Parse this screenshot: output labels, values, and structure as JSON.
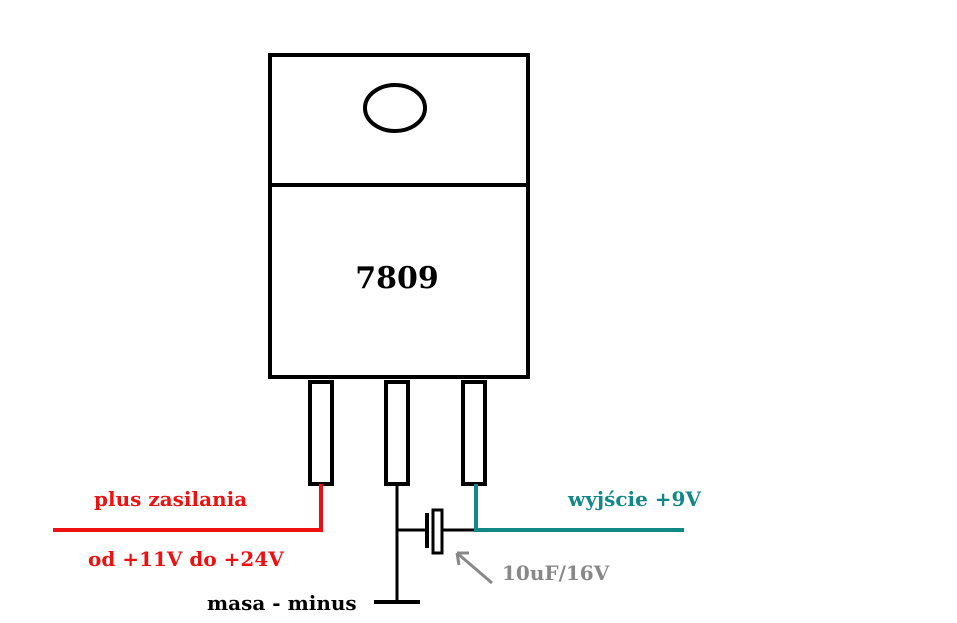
{
  "regulator": {
    "part_number": "7809"
  },
  "labels": {
    "input_top": "plus zasilania",
    "input_bottom": "od +11V do +24V",
    "output": "wyjście +9V",
    "capacitor": "10uF/16V",
    "ground": "masa - minus"
  },
  "colors": {
    "input": "#ee1111",
    "output": "#118888",
    "capacitor_note": "#888888",
    "outline": "#000000"
  }
}
